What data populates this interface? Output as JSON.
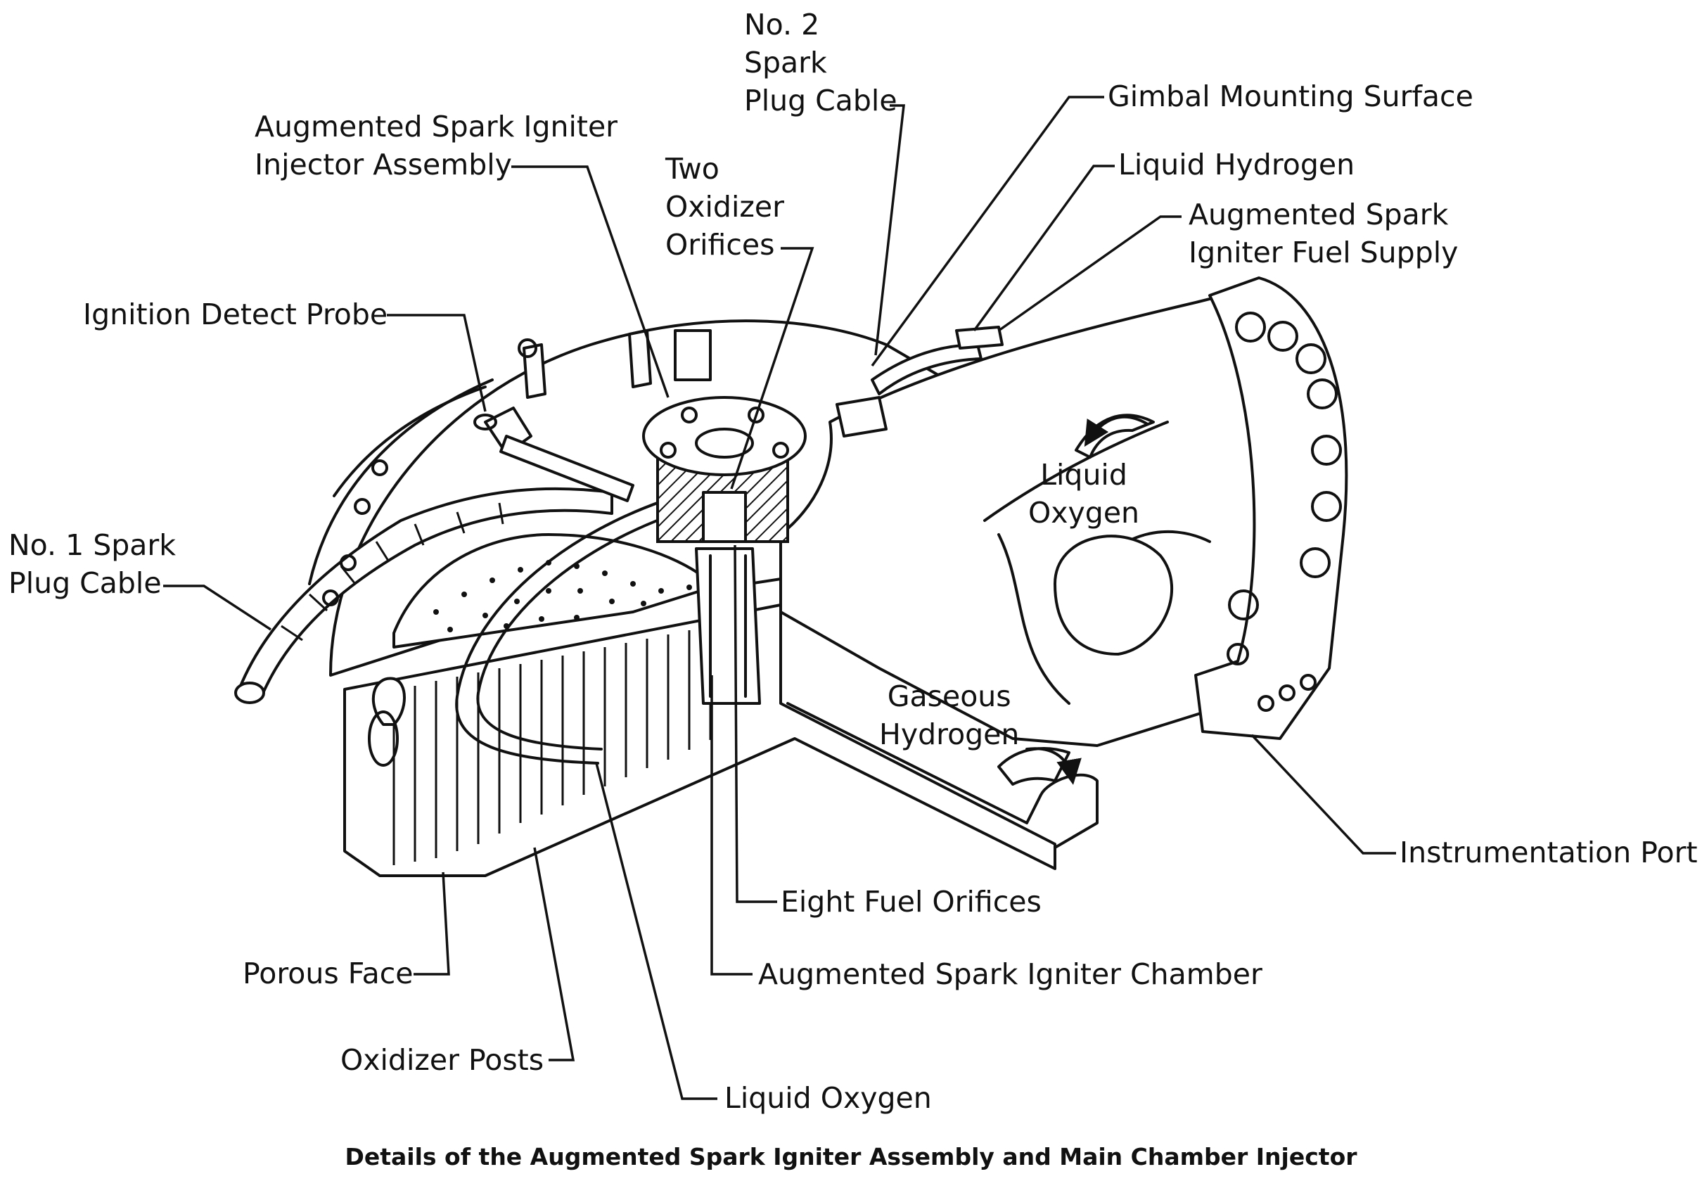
{
  "caption": "Details of the Augmented Spark Igniter Assembly and Main Chamber Injector",
  "labels": {
    "no2_spark_plug_cable": [
      "No. 2",
      "Spark",
      "Plug Cable"
    ],
    "gimbal_mounting_surface": "Gimbal Mounting Surface",
    "liquid_hydrogen": "Liquid Hydrogen",
    "asi_fuel_supply": [
      "Augmented Spark",
      "Igniter Fuel Supply"
    ],
    "asi_injector_assembly": [
      "Augmented Spark Igniter",
      "Injector Assembly"
    ],
    "two_oxidizer_orifices": [
      "Two",
      "Oxidizer",
      "Orifices"
    ],
    "ignition_detect_probe": "Ignition Detect Probe",
    "no1_spark_plug_cable": [
      "No. 1 Spark",
      "Plug Cable"
    ],
    "liquid_oxygen_flow": [
      "Liquid",
      "Oxygen"
    ],
    "gaseous_hydrogen_flow": [
      "Gaseous",
      "Hydrogen"
    ],
    "instrumentation_port": "Instrumentation Port",
    "eight_fuel_orifices": "Eight Fuel Orifices",
    "asi_chamber": "Augmented Spark Igniter Chamber",
    "porous_face": "Porous Face",
    "oxidizer_posts": "Oxidizer Posts",
    "liquid_oxygen_bottom": "Liquid Oxygen"
  }
}
